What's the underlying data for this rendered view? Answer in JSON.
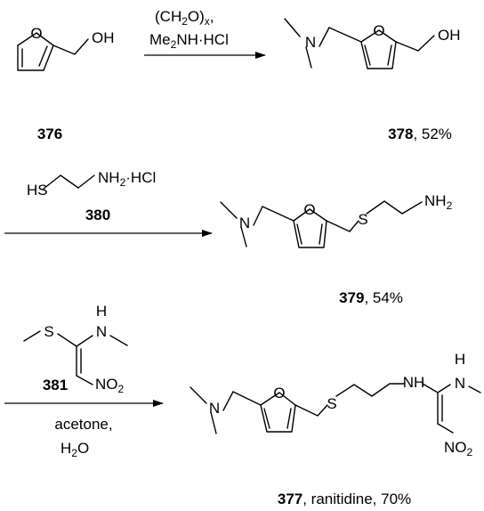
{
  "compounds": {
    "c376": {
      "number": "376",
      "atoms": {
        "o_ring": "O",
        "oh": "OH"
      }
    },
    "c378": {
      "number": "378",
      "yield": ", 52%",
      "atoms": {
        "n": "N",
        "o_ring": "O",
        "oh": "OH"
      }
    },
    "c380": {
      "number": "380",
      "atoms": {
        "sh": "HS",
        "nh2_prefix": "NH",
        "nh2_sub": "2",
        "hcl": "·HCl"
      }
    },
    "c379": {
      "number": "379",
      "yield": ", 54%",
      "atoms": {
        "n": "N",
        "o_ring": "O",
        "s": "S",
        "nh2_prefix": "NH",
        "nh2_sub": "2"
      }
    },
    "c381": {
      "number": "381",
      "atoms": {
        "s": "S",
        "h": "H",
        "n": "N",
        "no2_prefix": "NO",
        "no2_sub": "2"
      }
    },
    "c377": {
      "number": "377",
      "caption_rest": ", ranitidine, 70%",
      "atoms": {
        "n": "N",
        "o_ring": "O",
        "s": "S",
        "nh": "NH",
        "nh_h": "H",
        "nh_n": "N",
        "no2_prefix": "NO",
        "no2_sub": "2"
      }
    }
  },
  "step1": {
    "reagent_line1_prefix": "(CH",
    "reagent_line1_sub": "2",
    "reagent_line1_mid": "O)",
    "reagent_line1_sub2": "x",
    "reagent_line1_suffix": ",",
    "reagent_line2_prefix": "Me",
    "reagent_line2_sub": "2",
    "reagent_line2_suffix": "NH·HCl"
  },
  "step3": {
    "solvent_line1": "acetone,",
    "solvent_line2_prefix": "H",
    "solvent_line2_sub": "2",
    "solvent_line2_suffix": "O"
  }
}
